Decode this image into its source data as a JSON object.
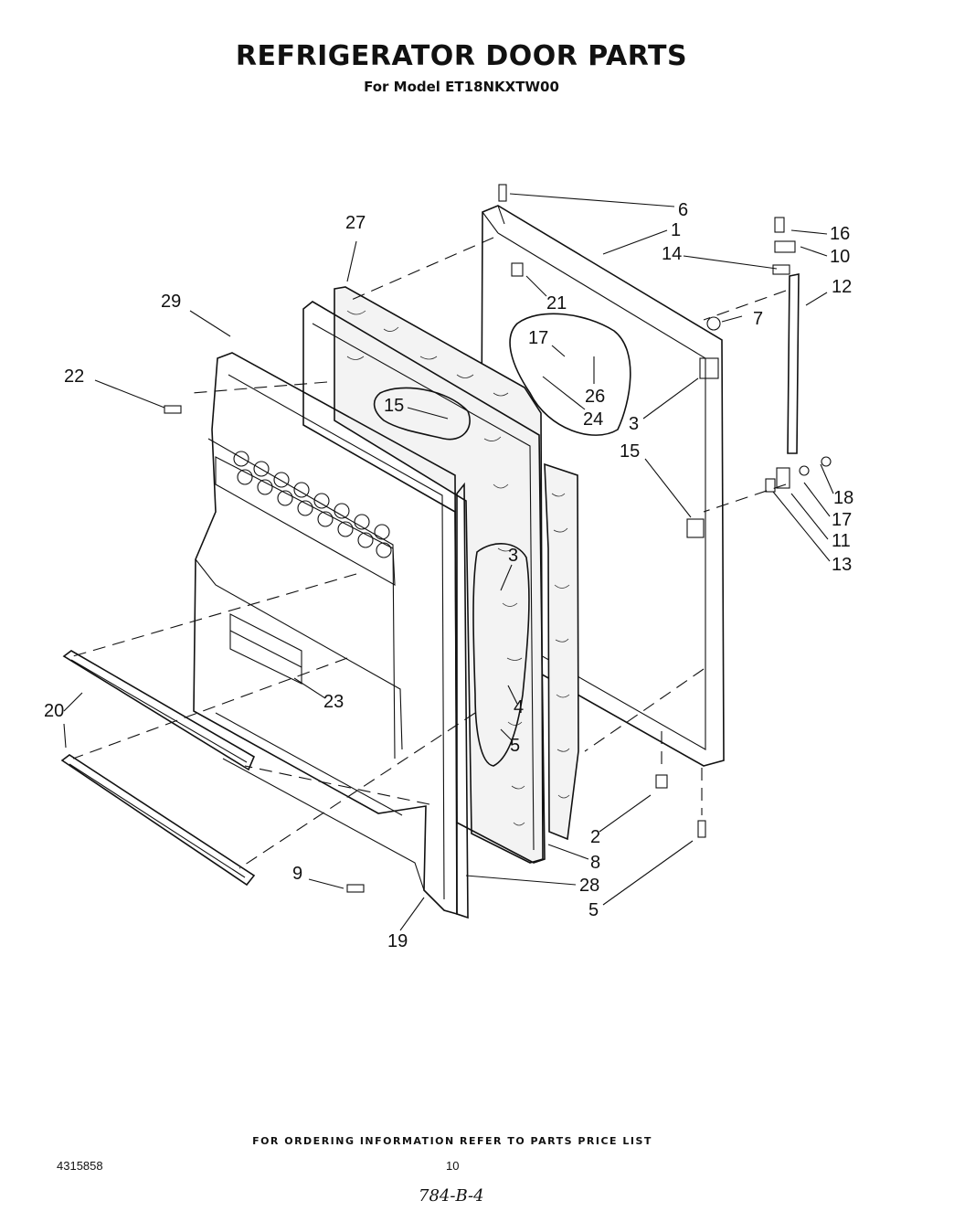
{
  "header": {
    "title": "REFRIGERATOR DOOR PARTS",
    "subtitle": "For Model ET18NKXTW00"
  },
  "callouts": [
    {
      "id": "c6",
      "label": "6"
    },
    {
      "id": "c1",
      "label": "1"
    },
    {
      "id": "c27",
      "label": "27"
    },
    {
      "id": "c16",
      "label": "16"
    },
    {
      "id": "c14",
      "label": "14"
    },
    {
      "id": "c10",
      "label": "10"
    },
    {
      "id": "c12",
      "label": "12"
    },
    {
      "id": "c29",
      "label": "29"
    },
    {
      "id": "c21",
      "label": "21"
    },
    {
      "id": "c7",
      "label": "7"
    },
    {
      "id": "c17a",
      "label": "17"
    },
    {
      "id": "c22",
      "label": "22"
    },
    {
      "id": "c15a",
      "label": "15"
    },
    {
      "id": "c26",
      "label": "26"
    },
    {
      "id": "c24",
      "label": "24"
    },
    {
      "id": "c3a",
      "label": "3"
    },
    {
      "id": "c15b",
      "label": "15"
    },
    {
      "id": "c18",
      "label": "18"
    },
    {
      "id": "c17b",
      "label": "17"
    },
    {
      "id": "c11",
      "label": "11"
    },
    {
      "id": "c13",
      "label": "13"
    },
    {
      "id": "c3b",
      "label": "3"
    },
    {
      "id": "c20",
      "label": "20"
    },
    {
      "id": "c23",
      "label": "23"
    },
    {
      "id": "c4",
      "label": "4"
    },
    {
      "id": "c5a",
      "label": "5"
    },
    {
      "id": "c2",
      "label": "2"
    },
    {
      "id": "c8",
      "label": "8"
    },
    {
      "id": "c9",
      "label": "9"
    },
    {
      "id": "c28",
      "label": "28"
    },
    {
      "id": "c5b",
      "label": "5"
    },
    {
      "id": "c19",
      "label": "19"
    }
  ],
  "footer": {
    "note": "FOR ORDERING INFORMATION REFER TO PARTS PRICE LIST",
    "part_number": "4315858",
    "page_number": "10",
    "handwritten": "784-B-4"
  }
}
